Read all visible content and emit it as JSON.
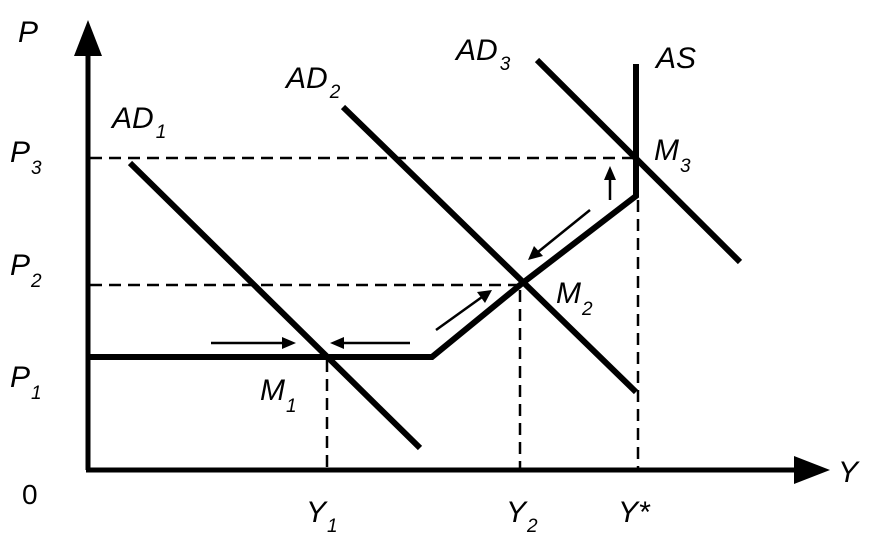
{
  "axes": {
    "y_label": "P",
    "x_label": "Y",
    "origin_label": "0"
  },
  "price_levels": [
    {
      "main": "P",
      "sub": "3"
    },
    {
      "main": "P",
      "sub": "2"
    },
    {
      "main": "P",
      "sub": "1"
    }
  ],
  "output_levels": [
    {
      "main": "Y",
      "sub": "1"
    },
    {
      "main": "Y",
      "sub": "2"
    },
    {
      "main": "Y*",
      "sub": ""
    }
  ],
  "curves": {
    "ad1": {
      "main": "AD",
      "sub": "1"
    },
    "ad2": {
      "main": "AD",
      "sub": "2"
    },
    "ad3": {
      "main": "AD",
      "sub": "3"
    },
    "as": {
      "main": "AS",
      "sub": ""
    }
  },
  "equilibria": [
    {
      "main": "M",
      "sub": "1"
    },
    {
      "main": "M",
      "sub": "2"
    },
    {
      "main": "M",
      "sub": "3"
    }
  ]
}
